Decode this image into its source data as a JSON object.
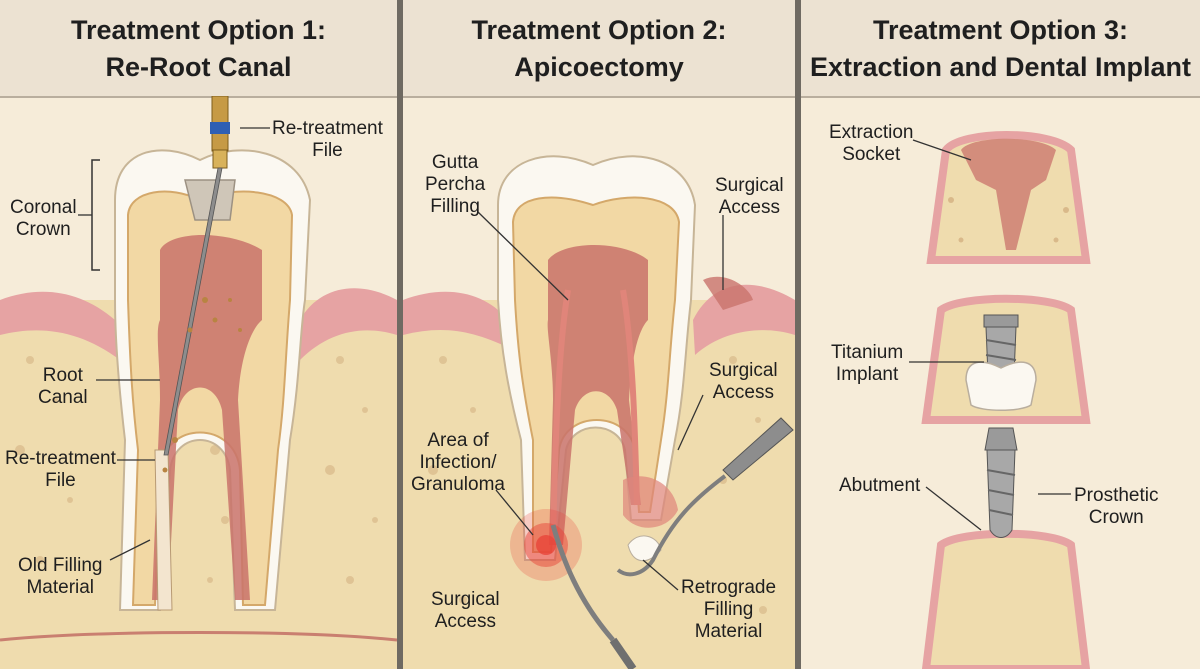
{
  "panels": [
    {
      "title_line1": "Treatment Option 1:",
      "title_line2": "Re-Root Canal",
      "labels": {
        "retreatment_file_top": [
          "Re-treatment",
          "File"
        ],
        "coronal_crown": [
          "Coronal",
          "Crown"
        ],
        "root_canal": [
          "Root",
          "Canal"
        ],
        "retreatment_file_side": [
          "Re-treatment",
          "File"
        ],
        "old_filling_material": [
          "Old Filling",
          "Material"
        ]
      }
    },
    {
      "title_line1": "Treatment Option 2:",
      "title_line2": "Apicoectomy",
      "labels": {
        "gutta_percha_filling": [
          "Gutta",
          "Percha",
          "Filling"
        ],
        "surgical_access_top": [
          "Surgical",
          "Access"
        ],
        "surgical_access_mid": [
          "Surgical",
          "Access"
        ],
        "area_of_infection": [
          "Area of",
          "Infection/",
          "Granuloma"
        ],
        "surgical_access_bottom": [
          "Surgical",
          "Access"
        ],
        "retrograde_filling_material": [
          "Retrograde",
          "Filling",
          "Material"
        ]
      }
    },
    {
      "title_line1": "Treatment Option 3:",
      "title_line2": "Extraction and Dental Implant",
      "labels": {
        "extraction_socket": [
          "Extraction",
          "Socket"
        ],
        "titanium_implant": [
          "Titanium",
          "Implant"
        ],
        "abutment": [
          "Abutment"
        ],
        "prosthetic_crown": [
          "Prosthetic",
          "Crown"
        ]
      }
    }
  ],
  "colors": {
    "gum": "#e6a3a3",
    "bone": "#efdcae",
    "enamel": "#fbf8f1",
    "dentin": "#f2d8a4",
    "pulp": "#c9736b",
    "infection": "#e8453a",
    "metal": "#9a9a9a",
    "panel_bg": "#f6ecd9",
    "header_bg": "#ece2d2"
  },
  "icons": [
    "tooth-illustration",
    "endodontic-file",
    "surgical-instrument",
    "dental-implant",
    "implant-abutment",
    "prosthetic-crown"
  ]
}
